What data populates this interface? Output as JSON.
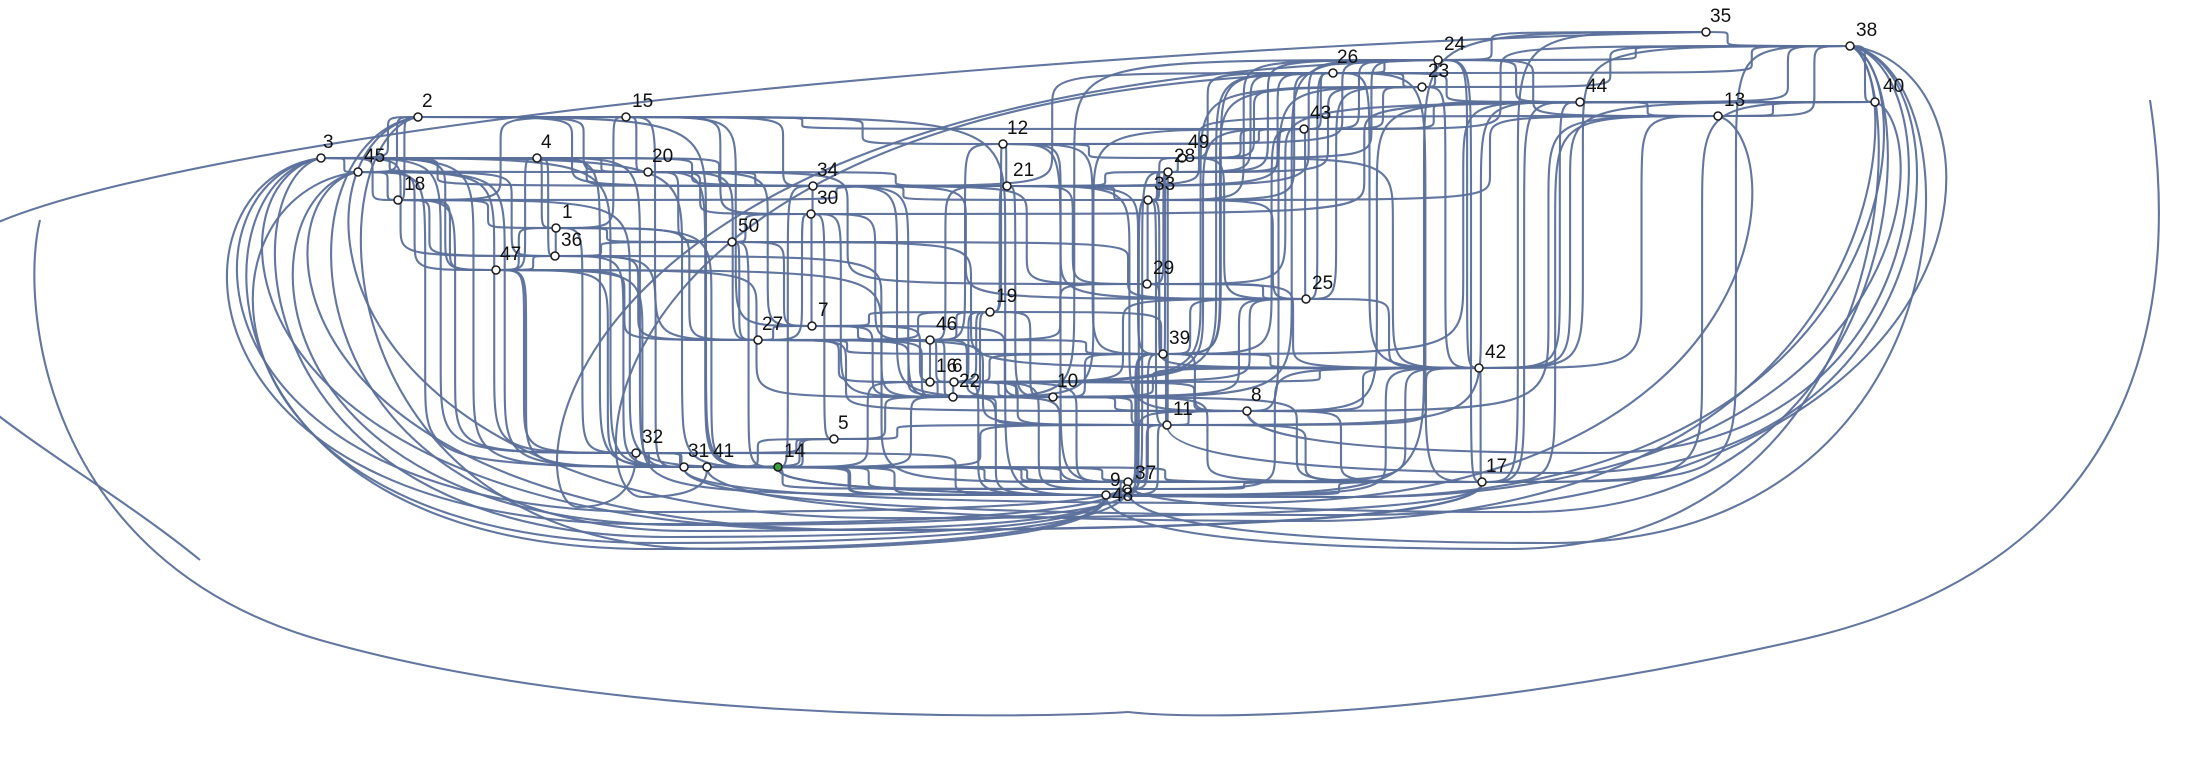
{
  "diagram": {
    "type": "graph",
    "highlighted_node": "14",
    "colors": {
      "edge": "#5a6f9a",
      "node_fill": "#ffffff",
      "node_stroke": "#1c1c1c",
      "highlight": "#3aa13a",
      "label": "#111111"
    },
    "nodes": [
      "1",
      "2",
      "3",
      "4",
      "5",
      "6",
      "7",
      "8",
      "9",
      "10",
      "11",
      "12",
      "13",
      "14",
      "15",
      "16",
      "17",
      "18",
      "19",
      "20",
      "21",
      "22",
      "23",
      "24",
      "25",
      "26",
      "27",
      "28",
      "29",
      "30",
      "31",
      "32",
      "33",
      "34",
      "35",
      "36",
      "37",
      "38",
      "39",
      "40",
      "41",
      "42",
      "43",
      "44",
      "45",
      "46",
      "47",
      "48",
      "49",
      "50"
    ]
  }
}
